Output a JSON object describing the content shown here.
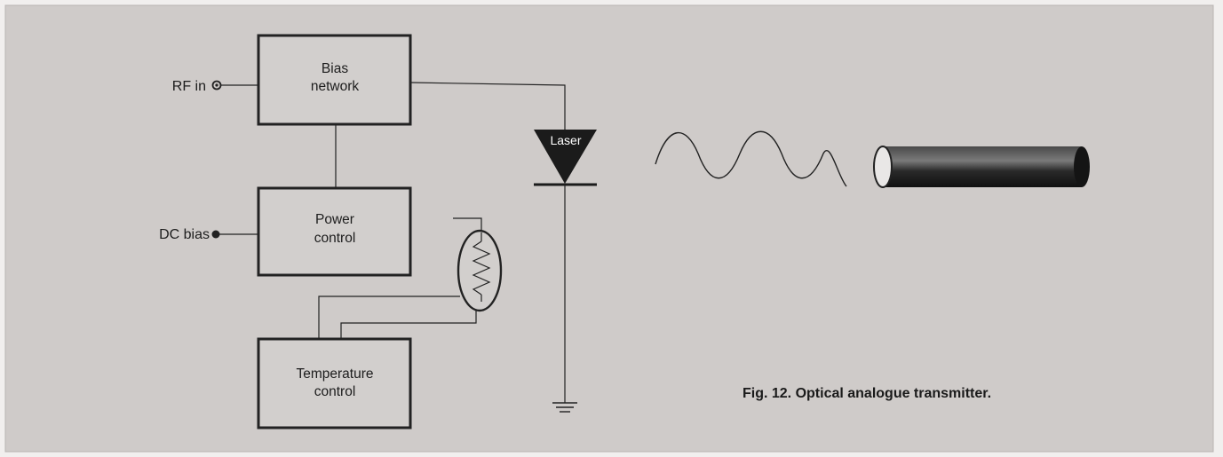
{
  "blocks": {
    "bias_network": [
      "Bias",
      "network"
    ],
    "power_control": [
      "Power",
      "control"
    ],
    "temperature_control": [
      "Temperature",
      "control"
    ]
  },
  "inputs": {
    "rf_in": "RF in",
    "dc_bias": "DC bias"
  },
  "laser_label": "Laser",
  "caption": "Fig. 12. Optical analogue transmitter.",
  "colors": {
    "panel": "#cfcbc9",
    "block_fill": "#d2cfcd",
    "stroke": "#222222",
    "page": "#f1efee",
    "fiber_dark": "#1b1b1b",
    "fiber_light": "#6e6e6e"
  }
}
